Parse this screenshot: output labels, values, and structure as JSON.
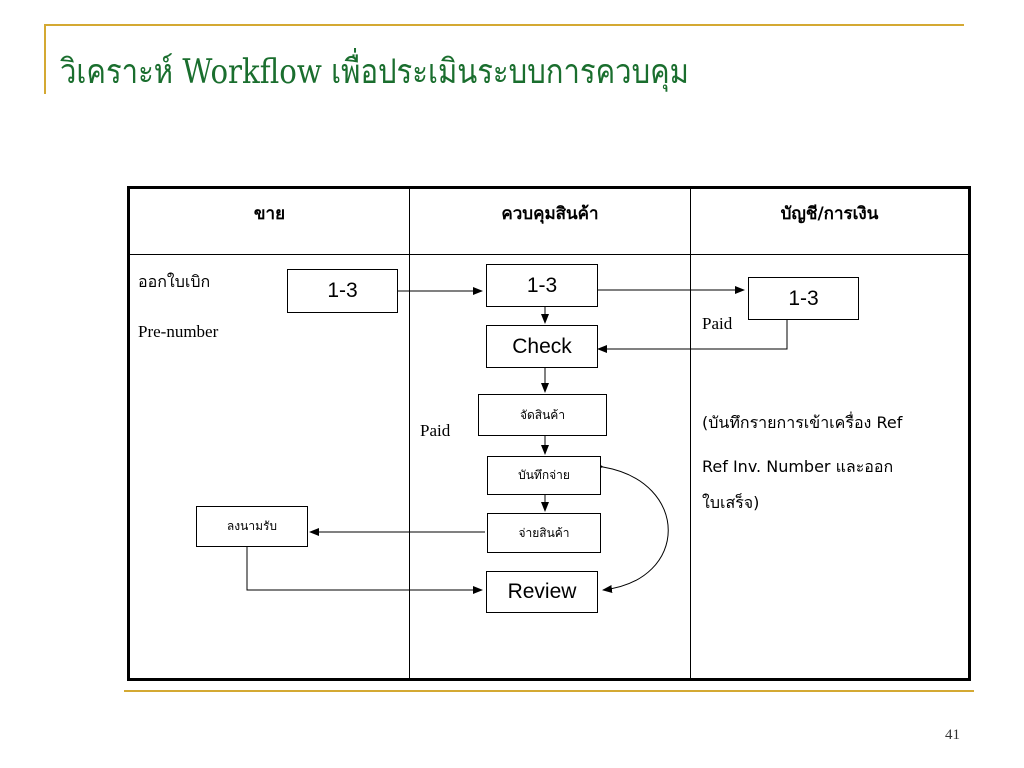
{
  "slide": {
    "title": "วิเคราะห์ Workflow เพื่อประเมินระบบการควบคุม",
    "page_number": "41"
  },
  "table": {
    "headers": [
      "ขาย",
      "ควบคุมสินค้า",
      "บัญชี/การเงิน"
    ]
  },
  "sales": {
    "issue_req_label": "ออกใบเบิก",
    "pre_number_label": "Pre-number",
    "doc_box": "1-3",
    "sign_box": "ลงนามรับ"
  },
  "inventory": {
    "doc_box": "1-3",
    "check_box": "Check",
    "prepare_box": "จัดสินค้า",
    "record_box": "บันทึกจ่าย",
    "dispatch_box": "จ่ายสินค้า",
    "review_box": "Review",
    "paid_label": "Paid"
  },
  "accounting": {
    "doc_box": "1-3",
    "paid_label": "Paid",
    "note_line1": "(บันทึกรายการเข้าเครื่อง Ref",
    "note_line2": "Ref Inv. Number และออก",
    "note_line3": "ใบเสร็จ)"
  },
  "colors": {
    "accent_rule": "#d4a933",
    "title_green": "#1a6e2e"
  }
}
